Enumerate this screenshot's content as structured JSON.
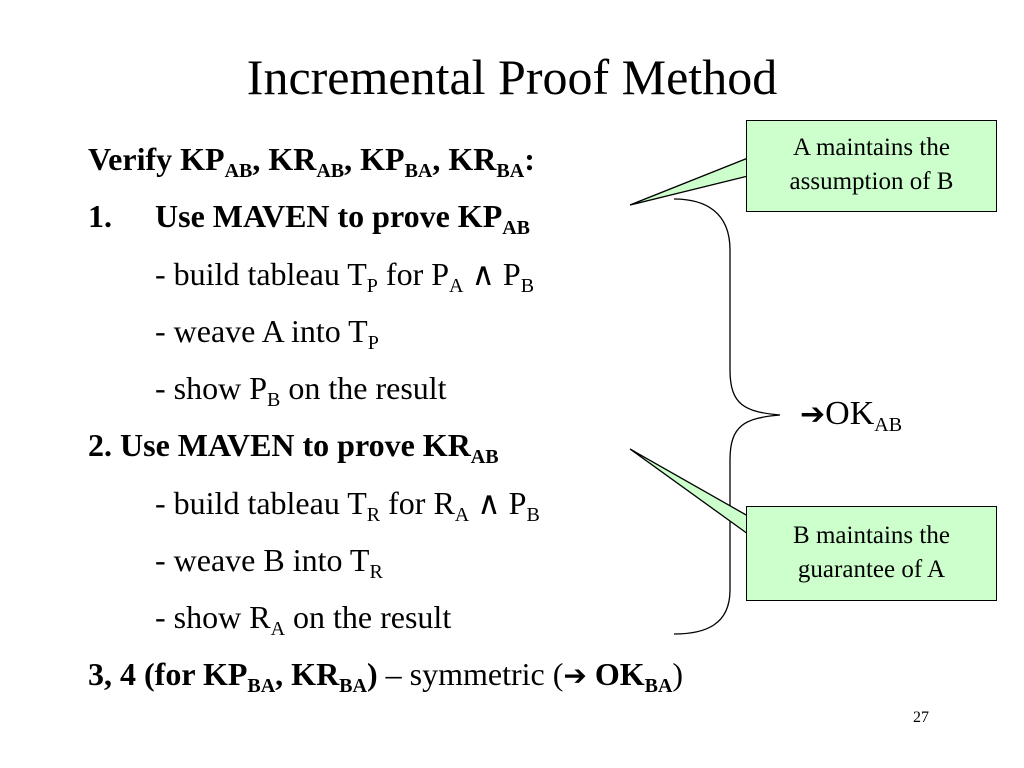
{
  "slide": {
    "title": "Incremental Proof Method",
    "page_number": "27"
  },
  "body": {
    "verify": {
      "text": "Verify KP",
      "s1": "AB",
      "t2": ", KR",
      "s2": "AB",
      "t3": ", KP",
      "s3": "BA",
      "t4": ", KR",
      "s4": "BA",
      "t5": ":"
    },
    "step1": {
      "num": "1.",
      "text": "Use MAVEN to prove KP",
      "sub": "AB"
    },
    "step1_a": {
      "t1": "- build tableau T",
      "s1": "P",
      "t2": " for P",
      "s2": "A",
      "op": " ∧ ",
      "t3": "P",
      "s3": "B"
    },
    "step1_b": {
      "t1": "- weave A into T",
      "s1": "P"
    },
    "step1_c": {
      "t1": "- show P",
      "s1": "B",
      "t2": " on the result"
    },
    "step2": {
      "text": "2. Use MAVEN to prove KR",
      "sub": "AB"
    },
    "step2_a": {
      "t1": "- build tableau T",
      "s1": "R",
      "t2": " for R",
      "s2": "A",
      "op": " ∧ ",
      "t3": "P",
      "s3": "B"
    },
    "step2_b": {
      "t1": "- weave B into T",
      "s1": "R"
    },
    "step2_c": {
      "t1": "- show R",
      "s1": "A",
      "t2": " on the result"
    },
    "step34": {
      "t1": "3, 4 (for KP",
      "s1": "BA",
      "t2": ", KR",
      "s2": "BA",
      "t3": ")",
      "t4": " – symmetric (",
      "arrow": "➔",
      "t5": " OK",
      "s3": "BA",
      "t6": ")"
    }
  },
  "callouts": {
    "top": {
      "line1": "A maintains the",
      "line2": "assumption of B"
    },
    "bottom": {
      "line1": "B maintains the",
      "line2": "guarantee of A"
    }
  },
  "result": {
    "arrow": "➔",
    "text": "OK",
    "sub": "AB"
  },
  "colors": {
    "callout_fill": "#ccffcc",
    "text": "#000000"
  }
}
